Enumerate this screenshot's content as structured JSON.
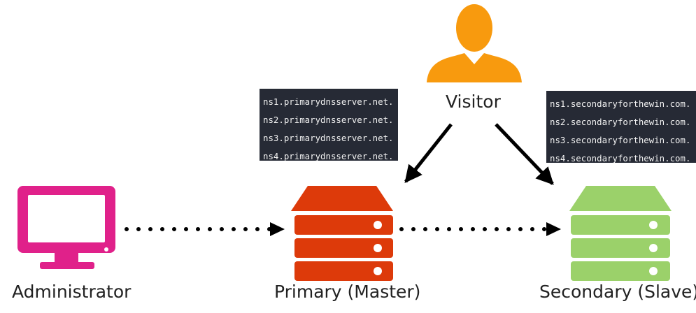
{
  "nodes": {
    "administrator": {
      "label": "Administrator",
      "color": "#e0218a"
    },
    "primary": {
      "label": "Primary (Master)",
      "color": "#dd3a0a"
    },
    "secondary": {
      "label": "Secondary (Slave)",
      "color": "#9bd16a"
    },
    "visitor": {
      "label": "Visitor",
      "color": "#f89a0e"
    }
  },
  "primary_nameservers": [
    "ns1.primarydnsserver.net.",
    "ns2.primarydnsserver.net.",
    "ns3.primarydnsserver.net.",
    "ns4.primarydnsserver.net."
  ],
  "secondary_nameservers": [
    "ns1.secondaryforthewin.com.",
    "ns2.secondaryforthewin.com.",
    "ns3.secondaryforthewin.com.",
    "ns4.secondaryforthewin.com."
  ]
}
